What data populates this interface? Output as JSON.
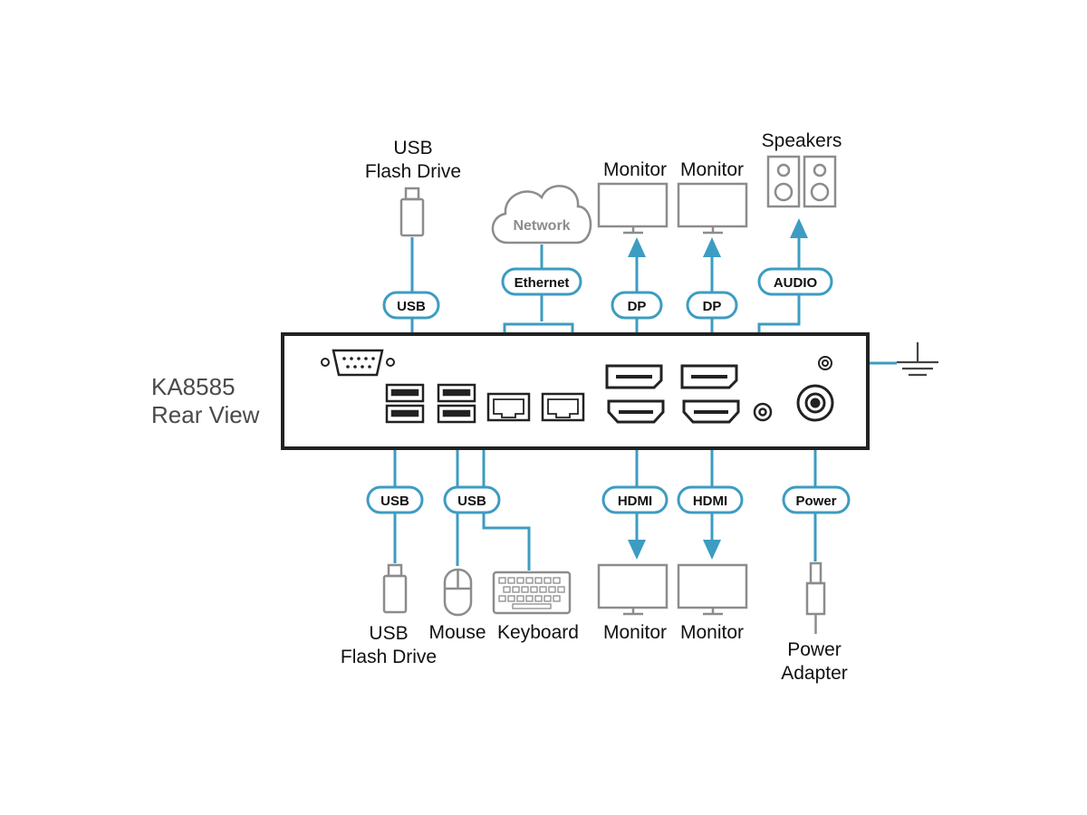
{
  "device": {
    "title_line1": "KA8585",
    "title_line2": "Rear View"
  },
  "colors": {
    "cable": "#3d9cc2",
    "icon_gray": "#8c8c8c",
    "device_outline": "#222222",
    "text": "#111111"
  },
  "top": {
    "usb_flash_line1": "USB",
    "usb_flash_line2": "Flash Drive",
    "usb_pill": "USB",
    "network_cloud": "Network",
    "ethernet_pill": "Ethernet",
    "monitor1_label": "Monitor",
    "monitor2_label": "Monitor",
    "dp1_pill": "DP",
    "dp2_pill": "DP",
    "speakers_label": "Speakers",
    "audio_pill": "AUDIO"
  },
  "bottom": {
    "usb1_pill": "USB",
    "usb2_pill": "USB",
    "hdmi1_pill": "HDMI",
    "hdmi2_pill": "HDMI",
    "power_pill": "Power",
    "usb_flash_line1": "USB",
    "usb_flash_line2": "Flash Drive",
    "mouse_label": "Mouse",
    "keyboard_label": "Keyboard",
    "monitor3_label": "Monitor",
    "monitor4_label": "Monitor",
    "power_adapter_line1": "Power",
    "power_adapter_line2": "Adapter"
  },
  "icons": {
    "usb_flash_top": "usb-flash-drive-icon",
    "network": "cloud-icon",
    "monitor": "monitor-icon",
    "speakers": "speaker-icon",
    "ground": "ground-icon",
    "serial": "serial-port-icon",
    "usb_port": "usb-port-icon",
    "ethernet_port": "ethernet-port-icon",
    "displayport": "displayport-port-icon",
    "hdmi_port": "hdmi-port-icon",
    "audio_jack": "audio-jack-icon",
    "power_jack": "power-jack-icon",
    "mouse": "mouse-icon",
    "keyboard": "keyboard-icon",
    "power_adapter": "power-adapter-icon"
  }
}
